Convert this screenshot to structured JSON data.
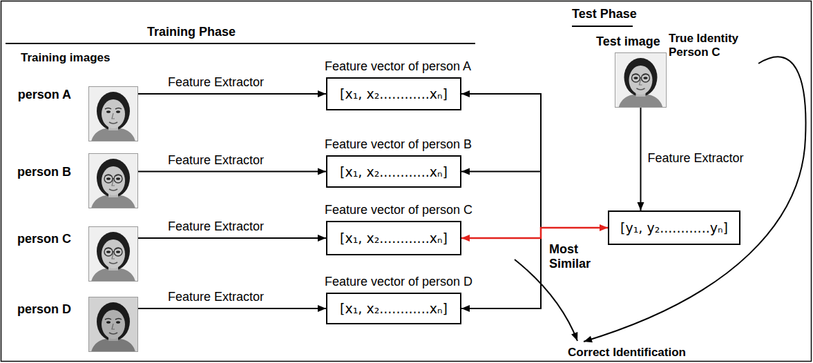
{
  "diagram": {
    "nodes": [
      {
        "text": [
          "person A"
        ]
      },
      {
        "text": [
          "Feature vector of person A",
          "[x₁, x₂............xₙ]"
        ]
      },
      {
        "text": [
          "person B"
        ]
      },
      {
        "text": [
          "Feature vector of person B",
          "[x₁, x₂............xₙ]"
        ]
      },
      {
        "text": [
          "person C"
        ]
      },
      {
        "text": [
          "Feature vector of person C",
          "[x₁, x₂............xₙ]"
        ]
      },
      {
        "text": [
          "person D"
        ]
      },
      {
        "text": [
          "Feature vector of person D",
          "[x₁, x₂............xₙ]"
        ]
      },
      {
        "text": [
          "Test image"
        ]
      },
      {
        "text": [
          "[y₁, y₂............yₙ]"
        ]
      }
    ],
    "edges": [
      {
        "from": 0,
        "to": 1,
        "arrow": "to",
        "label": "Feature Extractor"
      },
      {
        "from": 2,
        "to": 3,
        "arrow": "to",
        "label": "Feature Extractor"
      },
      {
        "from": 4,
        "to": 5,
        "arrow": "to",
        "label": "Feature Extractor"
      },
      {
        "from": 6,
        "to": 7,
        "arrow": "to",
        "label": "Feature Extractor"
      },
      {
        "from": 8,
        "to": 9,
        "arrow": "to",
        "label": "Feature Extractor"
      },
      {
        "from": 9,
        "to": 1,
        "arrow": "to"
      },
      {
        "from": 9,
        "to": 3,
        "arrow": "to"
      },
      {
        "from": 9,
        "to": 7,
        "arrow": "to"
      },
      {
        "from": 5,
        "to": 9,
        "arrow": "both",
        "label": "Most Similar"
      }
    ],
    "labels": [
      "Training Phase",
      "Test Phase",
      "Training images",
      "True Identity Person C",
      "Correct Identification"
    ]
  }
}
